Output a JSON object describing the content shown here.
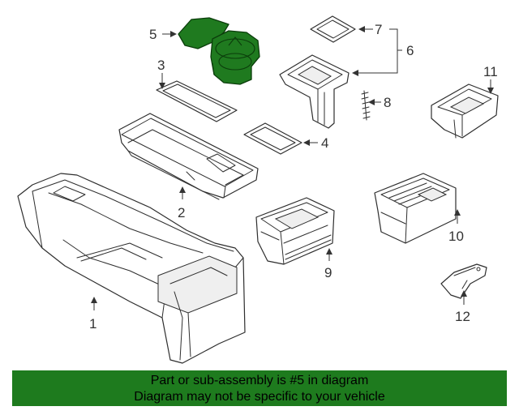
{
  "callouts": {
    "c1": "1",
    "c2": "2",
    "c3": "3",
    "c4": "4",
    "c5": "5",
    "c6": "6",
    "c7": "7",
    "c8": "8",
    "c9": "9",
    "c10": "10",
    "c11": "11",
    "c12": "12"
  },
  "highlighted_part": "5",
  "colors": {
    "highlight": "#1f7a1f",
    "banner": "#1e7b1e",
    "line": "#2e2e2e"
  },
  "banner": {
    "line1": "Part or sub-assembly is #5 in diagram",
    "line2": "Diagram may not be specific to your vehicle"
  }
}
